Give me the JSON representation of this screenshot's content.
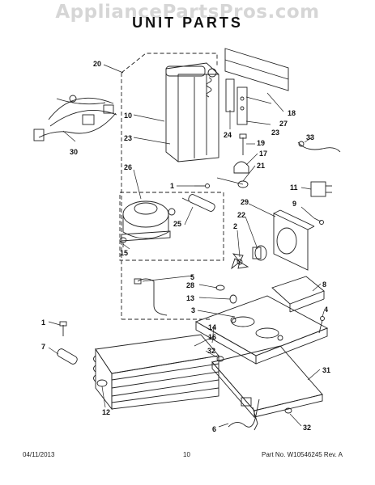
{
  "watermark": "AppliancePartsPros.com",
  "title": "UNIT  PARTS",
  "footer": {
    "date": "04/11/2013",
    "page": "10",
    "part_no": "Part No.  W10546245  Rev.  A"
  },
  "callouts": {
    "c1a": "1",
    "c1b": "1",
    "c2": "2",
    "c3": "3",
    "c4": "4",
    "c5": "5",
    "c6": "6",
    "c7": "7",
    "c8": "8",
    "c9": "9",
    "c10": "10",
    "c11": "11",
    "c12": "12",
    "c13": "13",
    "c14": "14",
    "c15": "15",
    "c16": "16",
    "c17": "17",
    "c18": "18",
    "c19": "19",
    "c20": "20",
    "c21": "21",
    "c22": "22",
    "c23a": "23",
    "c23b": "23",
    "c24": "24",
    "c25": "25",
    "c26": "26",
    "c27": "27",
    "c28": "28",
    "c29": "29",
    "c30": "30",
    "c31": "31",
    "c32a": "32",
    "c32b": "32",
    "c33": "33"
  }
}
